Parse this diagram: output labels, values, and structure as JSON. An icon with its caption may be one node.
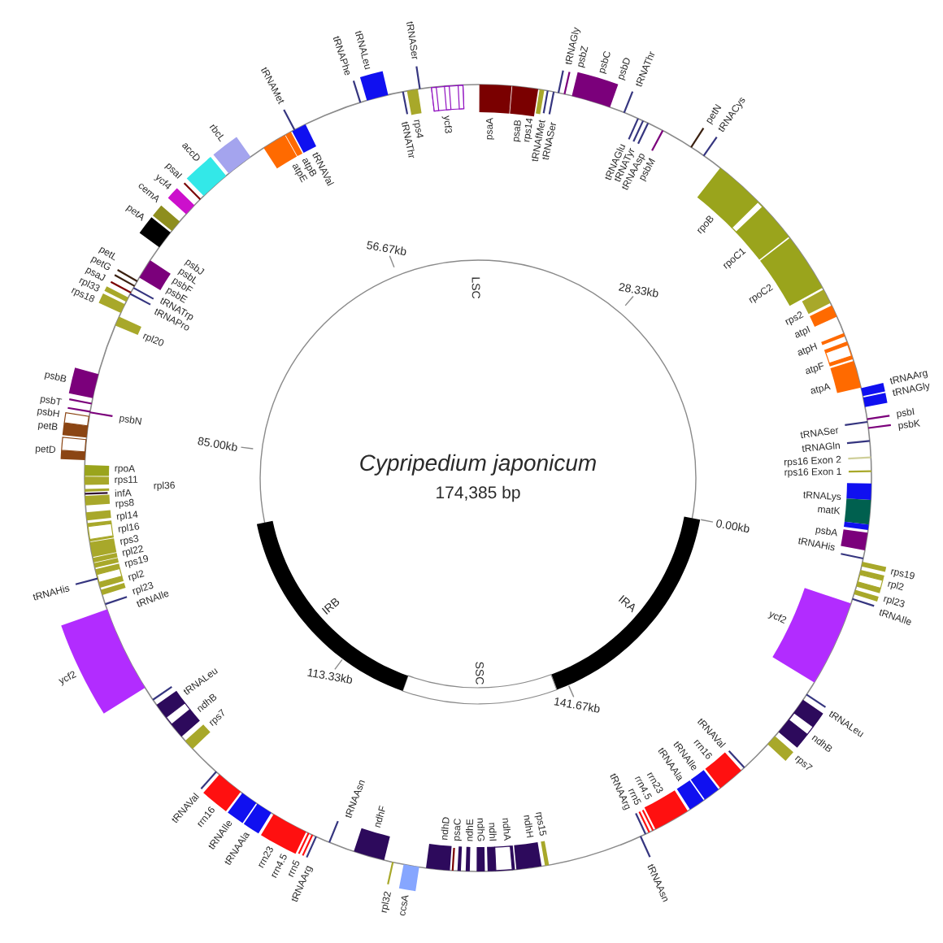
{
  "diagram": {
    "nodes": [
      {
        "text": [
          "Cypripedium japonicum",
          "174,385 bp"
        ]
      }
    ],
    "labels": [
      "psaA",
      "psaB",
      "rps14",
      "tRNAfMet",
      "tRNASer",
      "tRNAGly",
      "psbZ",
      "psbC",
      "psbD",
      "tRNAThr",
      "tRNAGlu",
      "tRNATyr",
      "tRNAAsp",
      "psbM",
      "petN",
      "tRNACys",
      "rpoB",
      "rpoC1",
      "rpoC2",
      "rps2",
      "atpI",
      "atpH",
      "atpF",
      "atpA",
      "tRNAArg",
      "tRNAGly",
      "psbI",
      "tRNASer",
      "psbK",
      "tRNAGln",
      "rps16 Exon 2",
      "rps16 Exon 1",
      "tRNALys",
      "matK",
      "psbA",
      "tRNAHis",
      "rps19",
      "rpl2",
      "rpl23",
      "tRNAIle",
      "ycf2",
      "tRNALeu",
      "ndhB",
      "rps7",
      "tRNAVal",
      "rrn16",
      "tRNAIle",
      "tRNAAla",
      "rrn23",
      "rrn4.5",
      "rrn5",
      "tRNAArg",
      "tRNAAsn",
      "rps15",
      "ndhH",
      "ndhA",
      "ndhI",
      "ndhG",
      "ndhE",
      "psaC",
      "ndhD",
      "ccsA",
      "rpl32",
      "ndhF",
      "tRNAAsn",
      "tRNAArg",
      "rrn5",
      "rrn4.5",
      "rrn23",
      "tRNAAla",
      "tRNAIle",
      "rrn16",
      "tRNAVal",
      "rps7",
      "ndhB",
      "tRNALeu",
      "ycf2",
      "tRNAIle",
      "rpl23",
      "rpl2",
      "tRNAHis",
      "rps19",
      "rpl22",
      "rps3",
      "rpl16",
      "rpl14",
      "rps8",
      "infA",
      "rpl36",
      "rps11",
      "rpoA",
      "petD",
      "petB",
      "psbH",
      "psbN",
      "psbT",
      "psbB",
      "rpl20",
      "rps18",
      "rpl33",
      "tRNAPro",
      "psaJ",
      "tRNATrp",
      "petG",
      "petL",
      "psbE",
      "psbF",
      "psbL",
      "psbJ",
      "petA",
      "cemA",
      "ycf4",
      "psaI",
      "accD",
      "rbcL",
      "atpE",
      "atpB",
      "tRNAMet",
      "tRNAVal",
      "tRNAPhe",
      "tRNALeu",
      "tRNAThr",
      "rps4",
      "tRNASer",
      "ycf3",
      "LSC",
      "28.33kb",
      "0.00kb",
      "IRA",
      "141.67kb",
      "SSC",
      "113.33kb",
      "IRB",
      "85.00kb",
      "56.67kb"
    ]
  }
}
